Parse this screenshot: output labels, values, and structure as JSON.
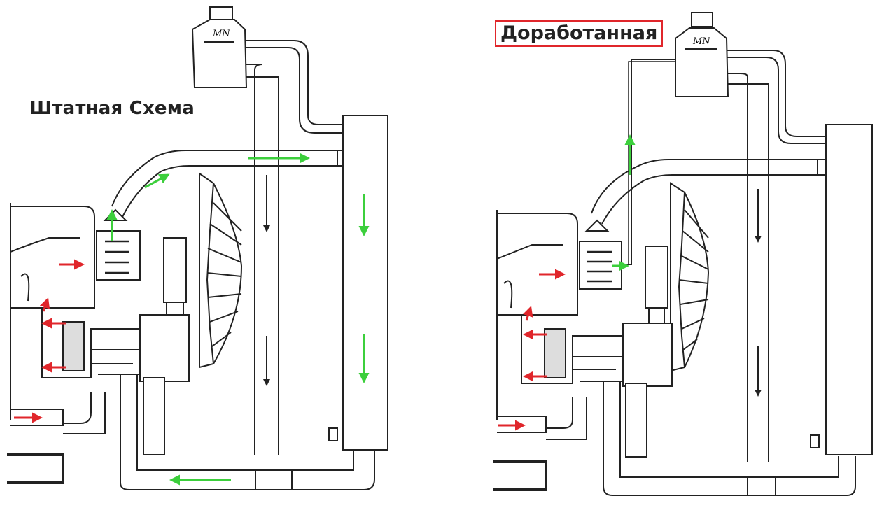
{
  "left_panel": {
    "title": "Штатная Схема"
  },
  "right_panel": {
    "title": "Доработанная"
  },
  "tank_label": "MN",
  "colors": {
    "line": "#222222",
    "flow_hot": "#e0262b",
    "flow_coolant": "#3ccf3c",
    "frame": "#e0262b",
    "background": "#ffffff"
  }
}
